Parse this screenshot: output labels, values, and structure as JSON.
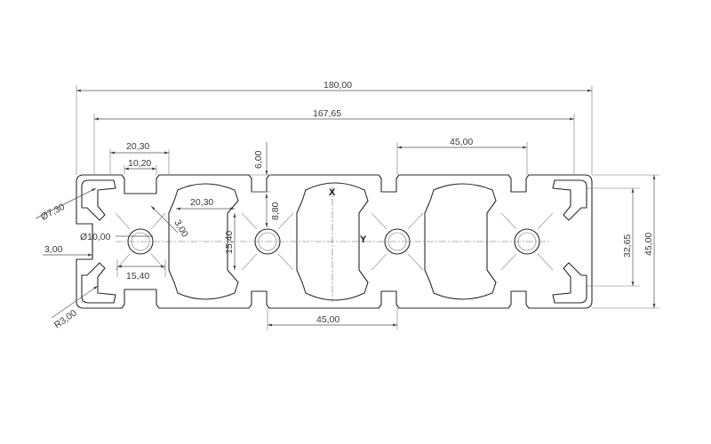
{
  "drawing": {
    "dimensions": {
      "overall_width": "180,00",
      "slot_span": "167,65",
      "pitch_top": "45,00",
      "pitch_bottom": "45,00",
      "slot_outer": "20,30",
      "slot_inner": "10,20",
      "slot_width_mid": "20,30",
      "slot_depth": "6,00",
      "wall": "8,80",
      "core_height": "15,40",
      "core_width": "15,40",
      "core_hole": "Ø10,00",
      "corner_hole": "Ø7,30",
      "rib": "3,00",
      "rib_left": "3,00",
      "fillet": "R3,00",
      "inner_height": "32,65",
      "overall_height": "45,00"
    },
    "axes": {
      "x": "X",
      "y": "Y"
    }
  }
}
